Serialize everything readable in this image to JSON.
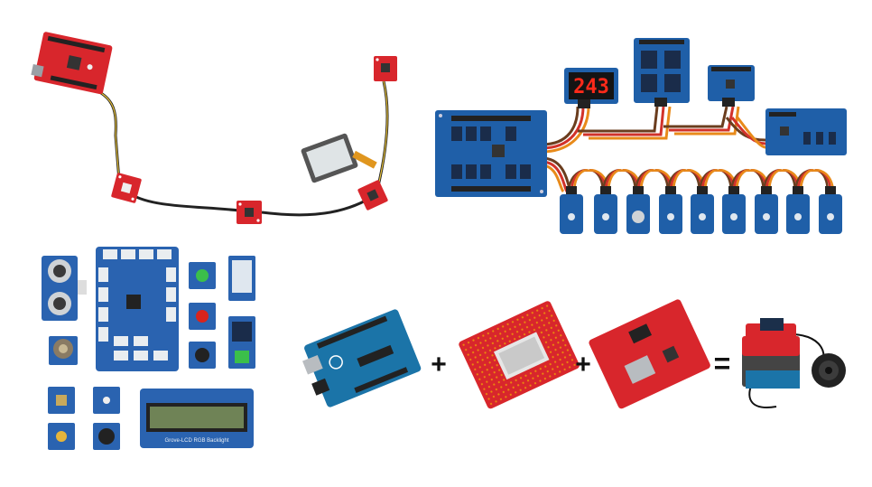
{
  "display_digits": "243",
  "operators": {
    "plus": "+",
    "equals": "="
  },
  "lcd_label": "Grove-LCD RGB Backlight",
  "colors": {
    "sparkfun_red": "#d8262c",
    "board_blue": "#1f5fa8",
    "grove_blue": "#2a63b0",
    "wire_red": "#d2322a",
    "wire_orange": "#e88a1a",
    "wire_brown": "#6b3d1e"
  },
  "groups": [
    "qwiic-sensor-chain",
    "relay-and-sensor-network",
    "grove-starter-kit",
    "arduino-shield-stack"
  ]
}
